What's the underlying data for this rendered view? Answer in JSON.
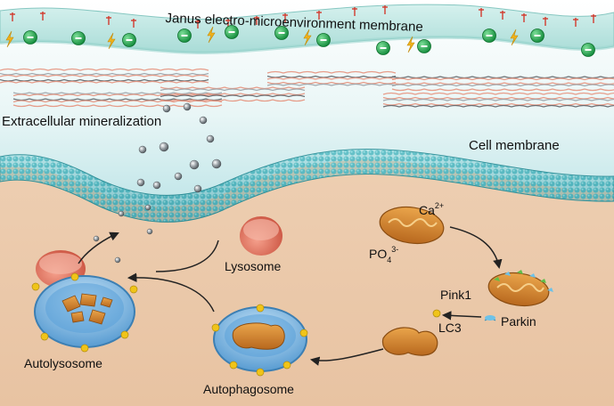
{
  "labels": {
    "janus_membrane": "Janus electro-microenvironment membrane",
    "extracellular_mineralization": "Extracellular mineralization",
    "cell_membrane": "Cell membrane",
    "lysosome": "Lysosome",
    "autolysosome": "Autolysosome",
    "autophagosome": "Autophagosome",
    "calcium": {
      "base": "Ca",
      "sup": "2+"
    },
    "phosphate": {
      "base": "PO",
      "sub": "4",
      "sup": "3-"
    },
    "pink1": "Pink1",
    "parkin": "Parkin",
    "lc3": "LC3"
  },
  "icons": {
    "charge": "negative-charge-icon",
    "bolt": "lightning-bolt-icon",
    "particle": "mineral-particle-icon"
  },
  "colors": {
    "membrane_fill": "#bfe6e2",
    "negative_charge": "#1fa84a",
    "bolt": "#f0b21a",
    "cell_membrane": "#4fb3bd",
    "cytoplasm": "#e9c8a9",
    "lysosome": "#e06c55",
    "vesicle": "#6aaee0",
    "mitochondrion": "#d8862c",
    "lc3": "#f0c419",
    "parkin": "#6ec2e8",
    "pink1": "#5fbf4a",
    "arrow": "#222222"
  }
}
